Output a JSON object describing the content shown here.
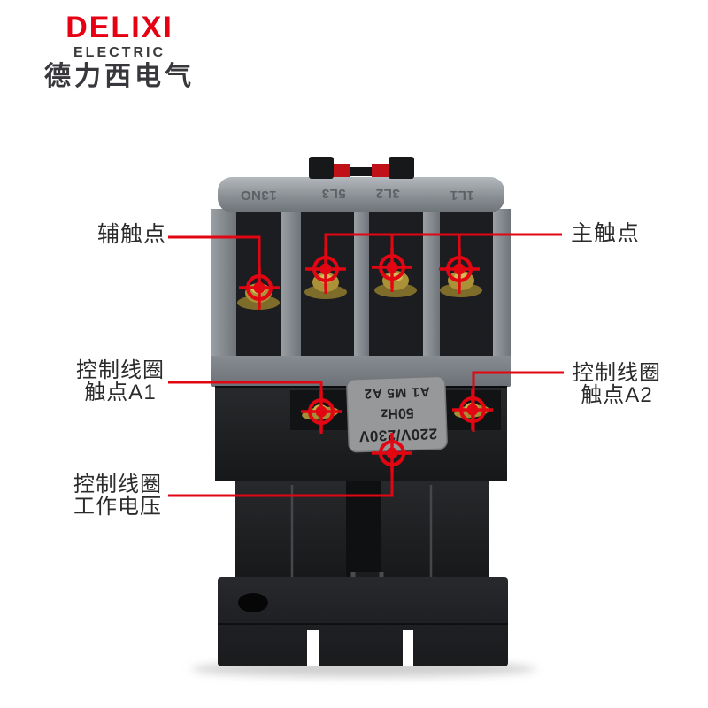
{
  "brand": {
    "wordmark": "DELIXI",
    "subtitle": "ELECTRIC",
    "cn_name": "德力西电气"
  },
  "colors": {
    "logo_red": "#e60012",
    "annotation_red": "#e20613",
    "label_text": "#2b2b2b",
    "logo_gray": "#38383c",
    "body_dark": "#1b1d1f",
    "housing_gray": "#868b90",
    "terminal_gold": "#b3993d"
  },
  "product": {
    "top_terminal_labels": [
      "13NO",
      "5L3",
      "3L2",
      "1L1"
    ],
    "nameplate_lines": [
      "220V/230V",
      "50Hz",
      "A1 M5 A2"
    ]
  },
  "callouts": {
    "aux_contact": {
      "lines": [
        "辅触点"
      ]
    },
    "main_contact": {
      "lines": [
        "主触点"
      ]
    },
    "coil_a1": {
      "lines": [
        "控制线圈",
        "触点A1"
      ]
    },
    "coil_a2": {
      "lines": [
        "控制线圈",
        "触点A2"
      ]
    },
    "coil_voltage": {
      "lines": [
        "控制线圈",
        "工作电压"
      ]
    }
  }
}
